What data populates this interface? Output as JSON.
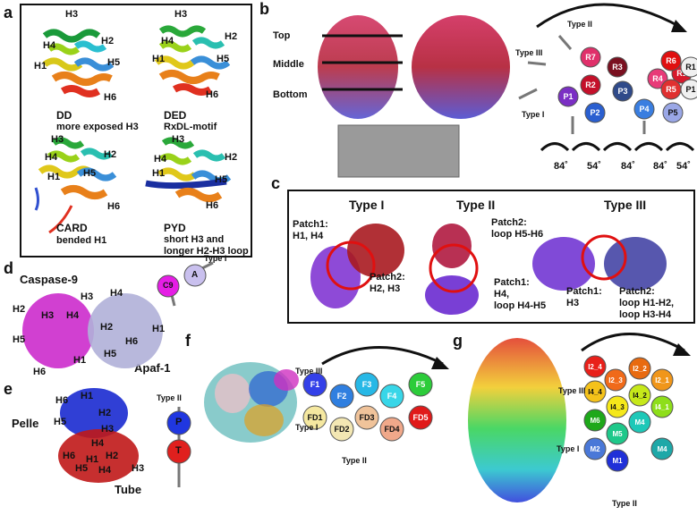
{
  "panels": {
    "a": {
      "label": "a",
      "domains": [
        {
          "name": "DD",
          "caption": "more exposed H3",
          "helices": [
            "H1",
            "H2",
            "H3",
            "H4",
            "H5",
            "H6"
          ]
        },
        {
          "name": "DED",
          "caption": "RxDL-motif",
          "helices": [
            "H1",
            "H2",
            "H3",
            "H4",
            "H5",
            "H6"
          ]
        },
        {
          "name": "CARD",
          "caption": "bended H1",
          "helices": [
            "H1",
            "H2",
            "H3",
            "H4",
            "H5",
            "H6"
          ]
        },
        {
          "name": "PYD",
          "caption": "short H3 and\nlonger H2-H3 loop",
          "helices": [
            "H1",
            "H2",
            "H3",
            "H4",
            "H5",
            "H6"
          ]
        }
      ]
    },
    "b": {
      "label": "b",
      "levels": [
        "Top",
        "Middle",
        "Bottom"
      ],
      "types": [
        "Type I",
        "Type II",
        "Type III"
      ],
      "nodes": [
        {
          "id": "R1",
          "color": "#d7192b"
        },
        {
          "id": "R7",
          "color": "#e0306a"
        },
        {
          "id": "R3",
          "color": "#7a1020"
        },
        {
          "id": "R2",
          "color": "#c4102a"
        },
        {
          "id": "P1",
          "color": "#7b2fc4"
        },
        {
          "id": "P2",
          "color": "#2a5fd0"
        },
        {
          "id": "P3",
          "color": "#2f4a8a"
        },
        {
          "id": "R4",
          "color": "#e83a78"
        },
        {
          "id": "P4",
          "color": "#3a7ee0"
        },
        {
          "id": "R6",
          "color": "#e01010"
        },
        {
          "id": "R5",
          "color": "#e03030"
        },
        {
          "id": "P5",
          "color": "#9aa7e6"
        },
        {
          "id": "R1",
          "color": "#f0f0f0"
        },
        {
          "id": "P1",
          "color": "#f0f0f0"
        }
      ],
      "angles": [
        "84˚",
        "54˚",
        "84˚",
        "84˚",
        "54˚"
      ]
    },
    "c": {
      "label": "c",
      "interfaces": [
        {
          "title": "Type I",
          "patch1": "Patch1:\nH1, H4",
          "patch2": "Patch2:\nH2, H3"
        },
        {
          "title": "Type II",
          "patch1": "Patch1:\nH4,\nloop H4-H5",
          "patch2": "Patch2:\nloop H5-H6"
        },
        {
          "title": "Type III",
          "patch1": "Patch1:\nH3",
          "patch2": "Patch2:\nloop H1-H2,\nloop H3-H4"
        }
      ]
    },
    "d": {
      "label": "d",
      "left_name": "Caspase-9",
      "right_name": "Apaf-1",
      "left_helices": [
        "H2",
        "H3",
        "H4",
        "H5",
        "H6",
        "H1"
      ],
      "right_helices": [
        "H3",
        "H4",
        "H2",
        "H6",
        "H1",
        "H5"
      ],
      "nodes": [
        {
          "id": "C9",
          "color": "#e51ee5"
        },
        {
          "id": "A",
          "color": "#c9c0ee"
        }
      ],
      "type": "Type I"
    },
    "e": {
      "label": "e",
      "top_name": "Pelle",
      "bottom_name": "Tube",
      "top_helices": [
        "H6",
        "H1",
        "H5",
        "H2",
        "H3",
        "H4"
      ],
      "bottom_helices": [
        "H6",
        "H1",
        "H2",
        "H5",
        "H4",
        "H3"
      ],
      "nodes": [
        {
          "id": "P",
          "color": "#2037e0"
        },
        {
          "id": "T",
          "color": "#e0201e"
        }
      ],
      "type": "Type II"
    },
    "f": {
      "label": "f",
      "types": [
        "Type III",
        "Type I",
        "Type II"
      ],
      "nodes": [
        {
          "id": "F1",
          "color": "#3340e8"
        },
        {
          "id": "F2",
          "color": "#2f7fe0"
        },
        {
          "id": "F3",
          "color": "#27b8e6"
        },
        {
          "id": "F4",
          "color": "#38d6e8"
        },
        {
          "id": "F5",
          "color": "#2ccc3a"
        },
        {
          "id": "FD1",
          "color": "#f5e8a0"
        },
        {
          "id": "FD2",
          "color": "#f3e7b3"
        },
        {
          "id": "FD3",
          "color": "#f0c39a"
        },
        {
          "id": "FD4",
          "color": "#f0a88a"
        },
        {
          "id": "FD5",
          "color": "#e01a1a"
        }
      ]
    },
    "g": {
      "label": "g",
      "types": [
        "Type III",
        "Type I",
        "Type II"
      ],
      "nodes": [
        {
          "id": "I2_4",
          "color": "#e8201a"
        },
        {
          "id": "I2_3",
          "color": "#f06a1a"
        },
        {
          "id": "I2_2",
          "color": "#e86a10"
        },
        {
          "id": "I2_1",
          "color": "#f0961a"
        },
        {
          "id": "I4_4",
          "color": "#f5c21a"
        },
        {
          "id": "I4_3",
          "color": "#f5e81a"
        },
        {
          "id": "I4_2",
          "color": "#c6e81a"
        },
        {
          "id": "I4_1",
          "color": "#8ede1a"
        },
        {
          "id": "M6",
          "color": "#1ea81a"
        },
        {
          "id": "M5",
          "color": "#1ec88a"
        },
        {
          "id": "M4",
          "color": "#1ec8b8"
        },
        {
          "id": "M2",
          "color": "#4a78d8"
        },
        {
          "id": "M1",
          "color": "#2030d8"
        },
        {
          "id": "M4",
          "color": "#1ea8a8"
        }
      ]
    }
  }
}
